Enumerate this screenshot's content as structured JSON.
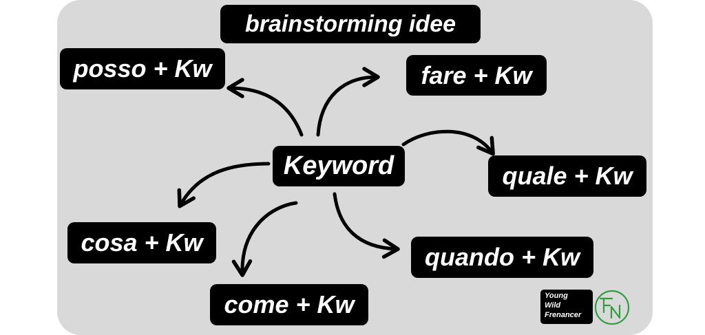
{
  "diagram": {
    "title": "brainstorming idee",
    "center": "Keyword",
    "nodes": {
      "posso": "posso + Kw",
      "fare": "fare + Kw",
      "quale": "quale + Kw",
      "quando": "quando + Kw",
      "come": "come + Kw",
      "cosa": "cosa + Kw"
    }
  },
  "logo": {
    "line1": "Young",
    "line2": "Wild",
    "line3": "Frenancer",
    "mark_color": "#2e9e3e"
  }
}
